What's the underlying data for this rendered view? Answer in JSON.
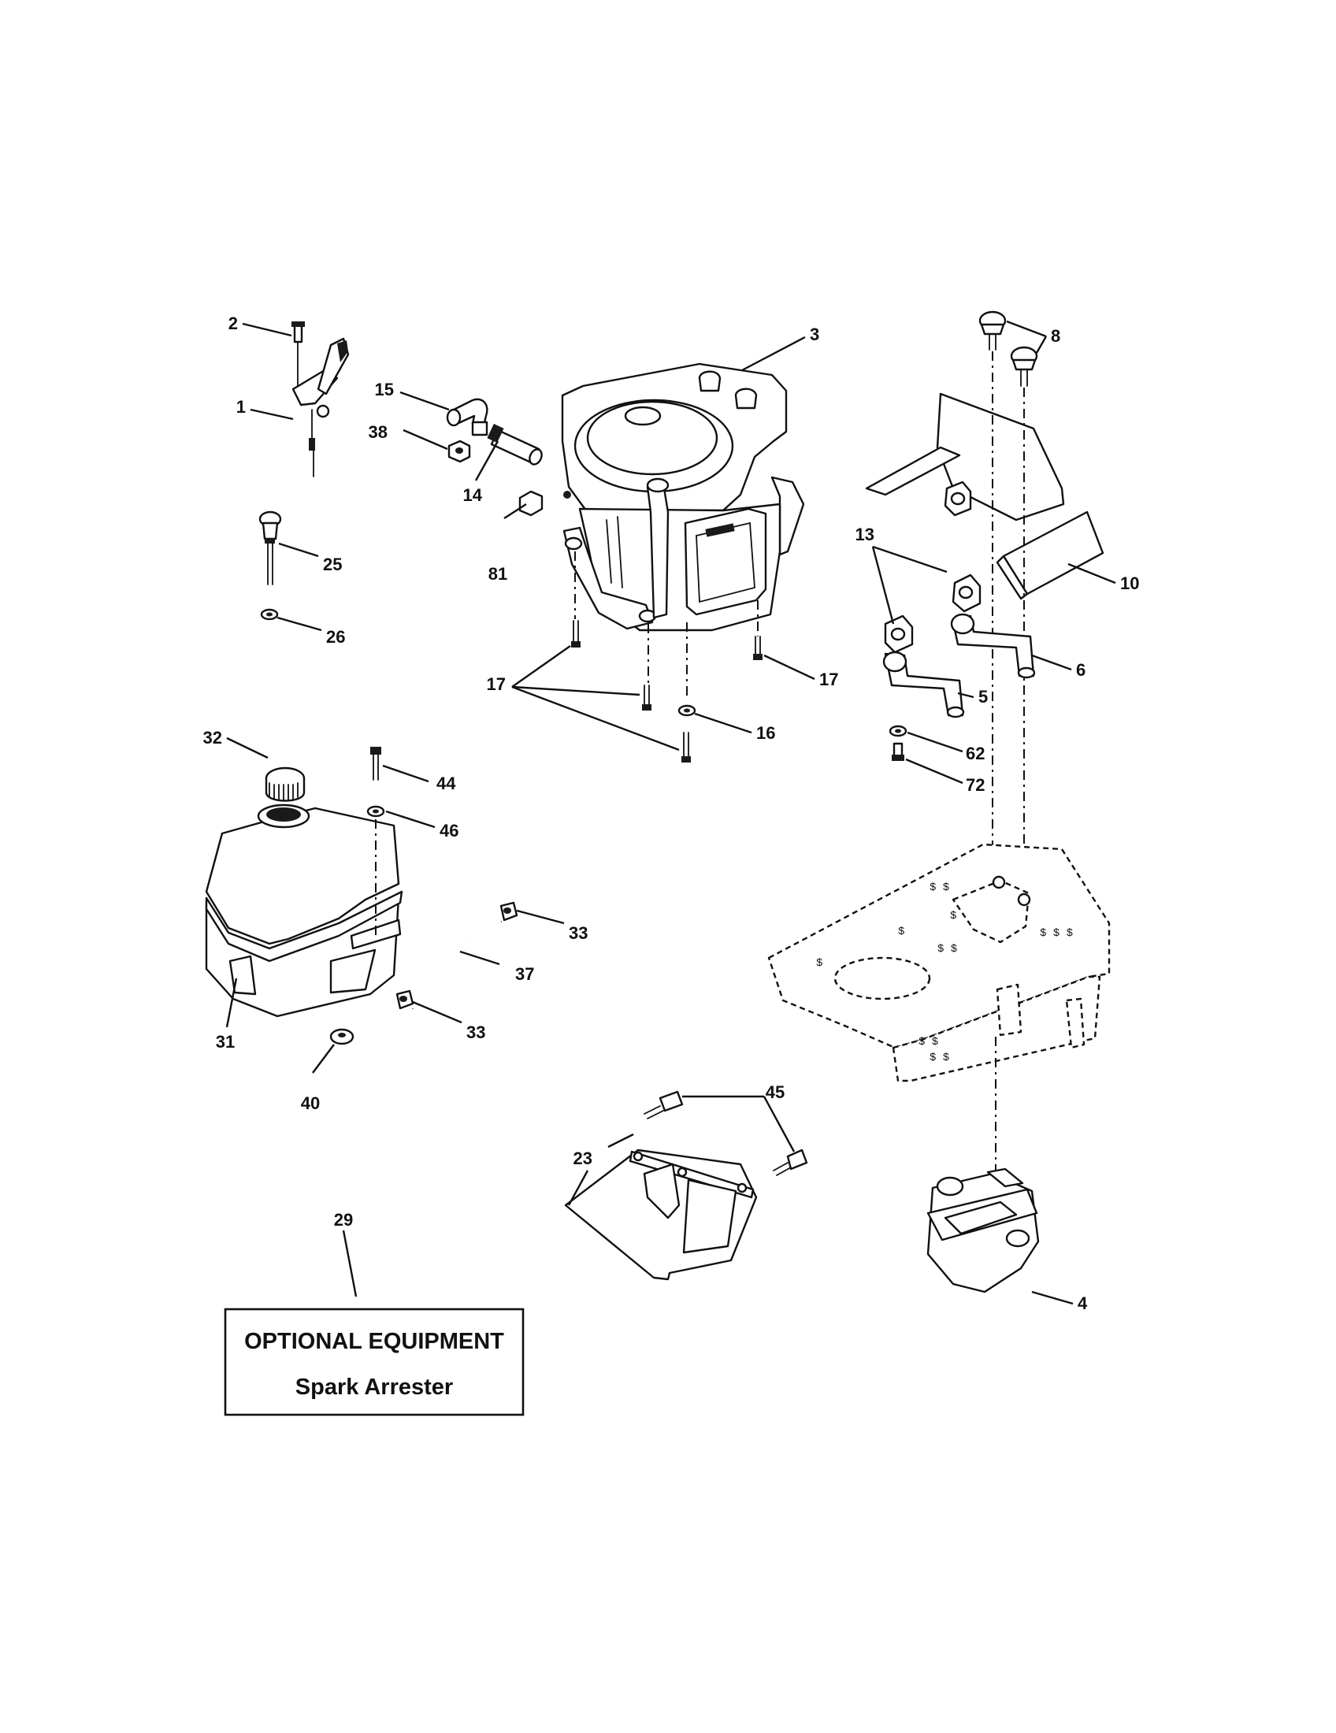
{
  "callouts": {
    "c1": "1",
    "c2": "2",
    "c3": "3",
    "c4": "4",
    "c5": "5",
    "c6": "6",
    "c8": "8",
    "c10": "10",
    "c13": "13",
    "c14": "14",
    "c15": "15",
    "c16": "16",
    "c17a": "17",
    "c17b": "17",
    "c23": "23",
    "c25": "25",
    "c26": "26",
    "c29": "29",
    "c31": "31",
    "c32": "32",
    "c33a": "33",
    "c33b": "33",
    "c37": "37",
    "c38": "38",
    "c40": "40",
    "c44": "44",
    "c45": "45",
    "c46": "46",
    "c62": "62",
    "c72": "72",
    "c81": "81"
  },
  "optional_box": {
    "title": "OPTIONAL EQUIPMENT",
    "subtitle": "Spark Arrester"
  }
}
